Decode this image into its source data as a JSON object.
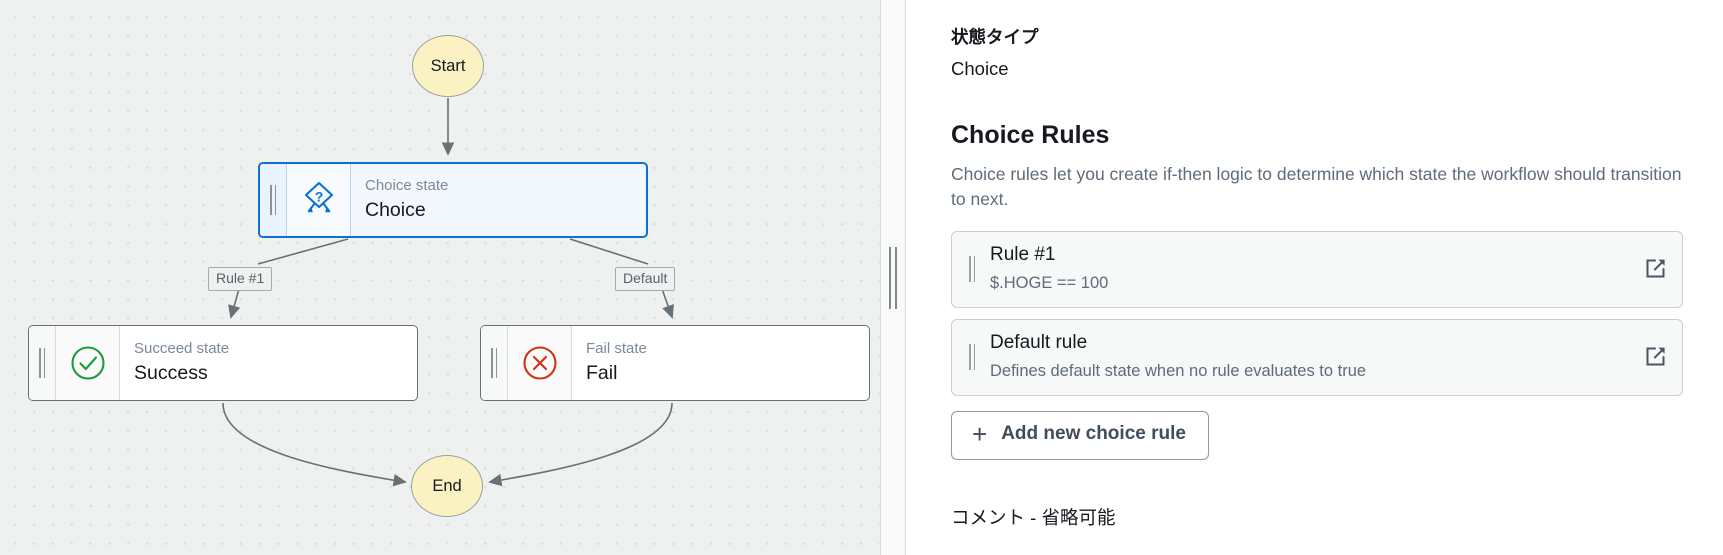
{
  "canvas": {
    "nodes": [
      {
        "id": "start",
        "kind": "terminal",
        "label": "Start"
      },
      {
        "id": "choice",
        "kind": "state",
        "type_label": "Choice state",
        "name": "Choice",
        "icon": "choice-diamond-icon",
        "selected": true
      },
      {
        "id": "success",
        "kind": "state",
        "type_label": "Succeed state",
        "name": "Success",
        "icon": "check-circle-icon",
        "selected": false
      },
      {
        "id": "fail",
        "kind": "state",
        "type_label": "Fail state",
        "name": "Fail",
        "icon": "x-circle-icon",
        "selected": false
      },
      {
        "id": "end",
        "kind": "terminal",
        "label": "End"
      }
    ],
    "edge_labels": [
      {
        "id": "rule1",
        "label": "Rule #1"
      },
      {
        "id": "default",
        "label": "Default"
      }
    ],
    "colors": {
      "terminal_fill": "#fbf2c4",
      "terminal_border": "#999e9c",
      "selected_border": "#0972d3",
      "selected_fill": "#f2f8fd",
      "success_icon": "#1d9a3c",
      "fail_icon": "#d13212",
      "edge_stroke": "#687078",
      "canvas_bg": "#eff1f0",
      "canvas_dot": "#dcdfde"
    }
  },
  "splitter": {
    "name": "panel-resize-handle"
  },
  "panel": {
    "state_type_label": "状態タイプ",
    "state_type_value": "Choice",
    "section_title": "Choice Rules",
    "section_desc": "Choice rules let you create if-then logic to determine which state the workflow should transition to next.",
    "rules": [
      {
        "title": "Rule #1",
        "subtitle": "$.HOGE == 100",
        "edit_icon": "edit-square-icon"
      },
      {
        "title": "Default rule",
        "subtitle": "Defines default state when no rule evaluates to true",
        "edit_icon": "edit-square-icon"
      }
    ],
    "add_button": {
      "icon": "plus-icon",
      "label": "Add new choice rule"
    },
    "comment_label": "コメント - 省略可能"
  }
}
